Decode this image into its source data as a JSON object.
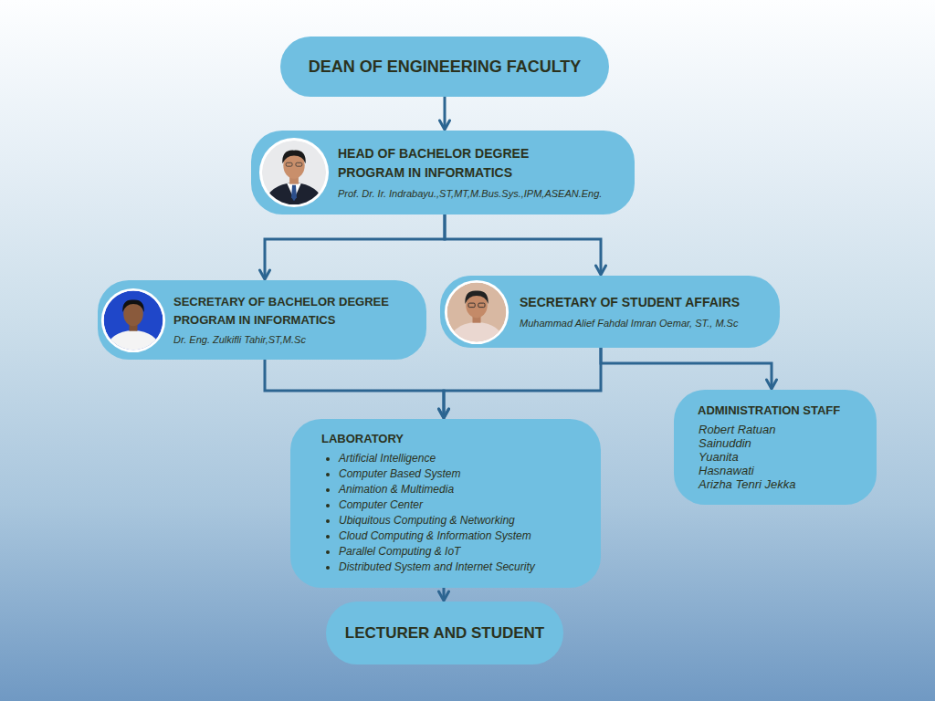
{
  "diagram": {
    "nodes": [
      {
        "text": [
          "DEAN OF ENGINEERING FACULTY"
        ]
      },
      {
        "text": [
          "HEAD OF BACHELOR DEGREE PROGRAM IN INFORMATICS",
          "Prof. Dr. Ir. Indrabayu.,ST,MT,M.Bus.Sys.,IPM,ASEAN.Eng."
        ]
      },
      {
        "text": [
          "SECRETARY OF BACHELOR DEGREE PROGRAM IN INFORMATICS",
          "Dr. Eng. Zulkifli Tahir,ST,M.Sc"
        ]
      },
      {
        "text": [
          "SECRETARY OF STUDENT AFFAIRS",
          "Muhammad Alief Fahdal Imran Oemar, ST., M.Sc"
        ]
      },
      {
        "text": [
          "LABORATORY",
          "Artificial Intelligence",
          "Computer Based System",
          "Animation & Multimedia",
          "Computer Center",
          "Ubiquitous Computing & Networking",
          "Cloud Computing & Information System",
          "Parallel Computing & IoT",
          "Distributed System and Internet Security"
        ]
      },
      {
        "text": [
          "ADMINISTRATION STAFF",
          "Robert Ratuan",
          "Sainuddin",
          "Yuanita",
          "Hasnawati",
          "Arizha Tenri Jekka"
        ]
      },
      {
        "text": [
          "LECTURER AND STUDENT"
        ]
      }
    ],
    "edges": [
      {
        "from": 0,
        "to": 1,
        "arrow": "to"
      },
      {
        "from": 1,
        "to": 2,
        "arrow": "to"
      },
      {
        "from": 1,
        "to": 3,
        "arrow": "to"
      },
      {
        "from": 2,
        "to": 4,
        "arrow": "to"
      },
      {
        "from": 3,
        "to": 4,
        "arrow": "to"
      },
      {
        "from": 3,
        "to": 5,
        "arrow": "to"
      },
      {
        "from": 4,
        "to": 6,
        "arrow": "to"
      }
    ]
  }
}
